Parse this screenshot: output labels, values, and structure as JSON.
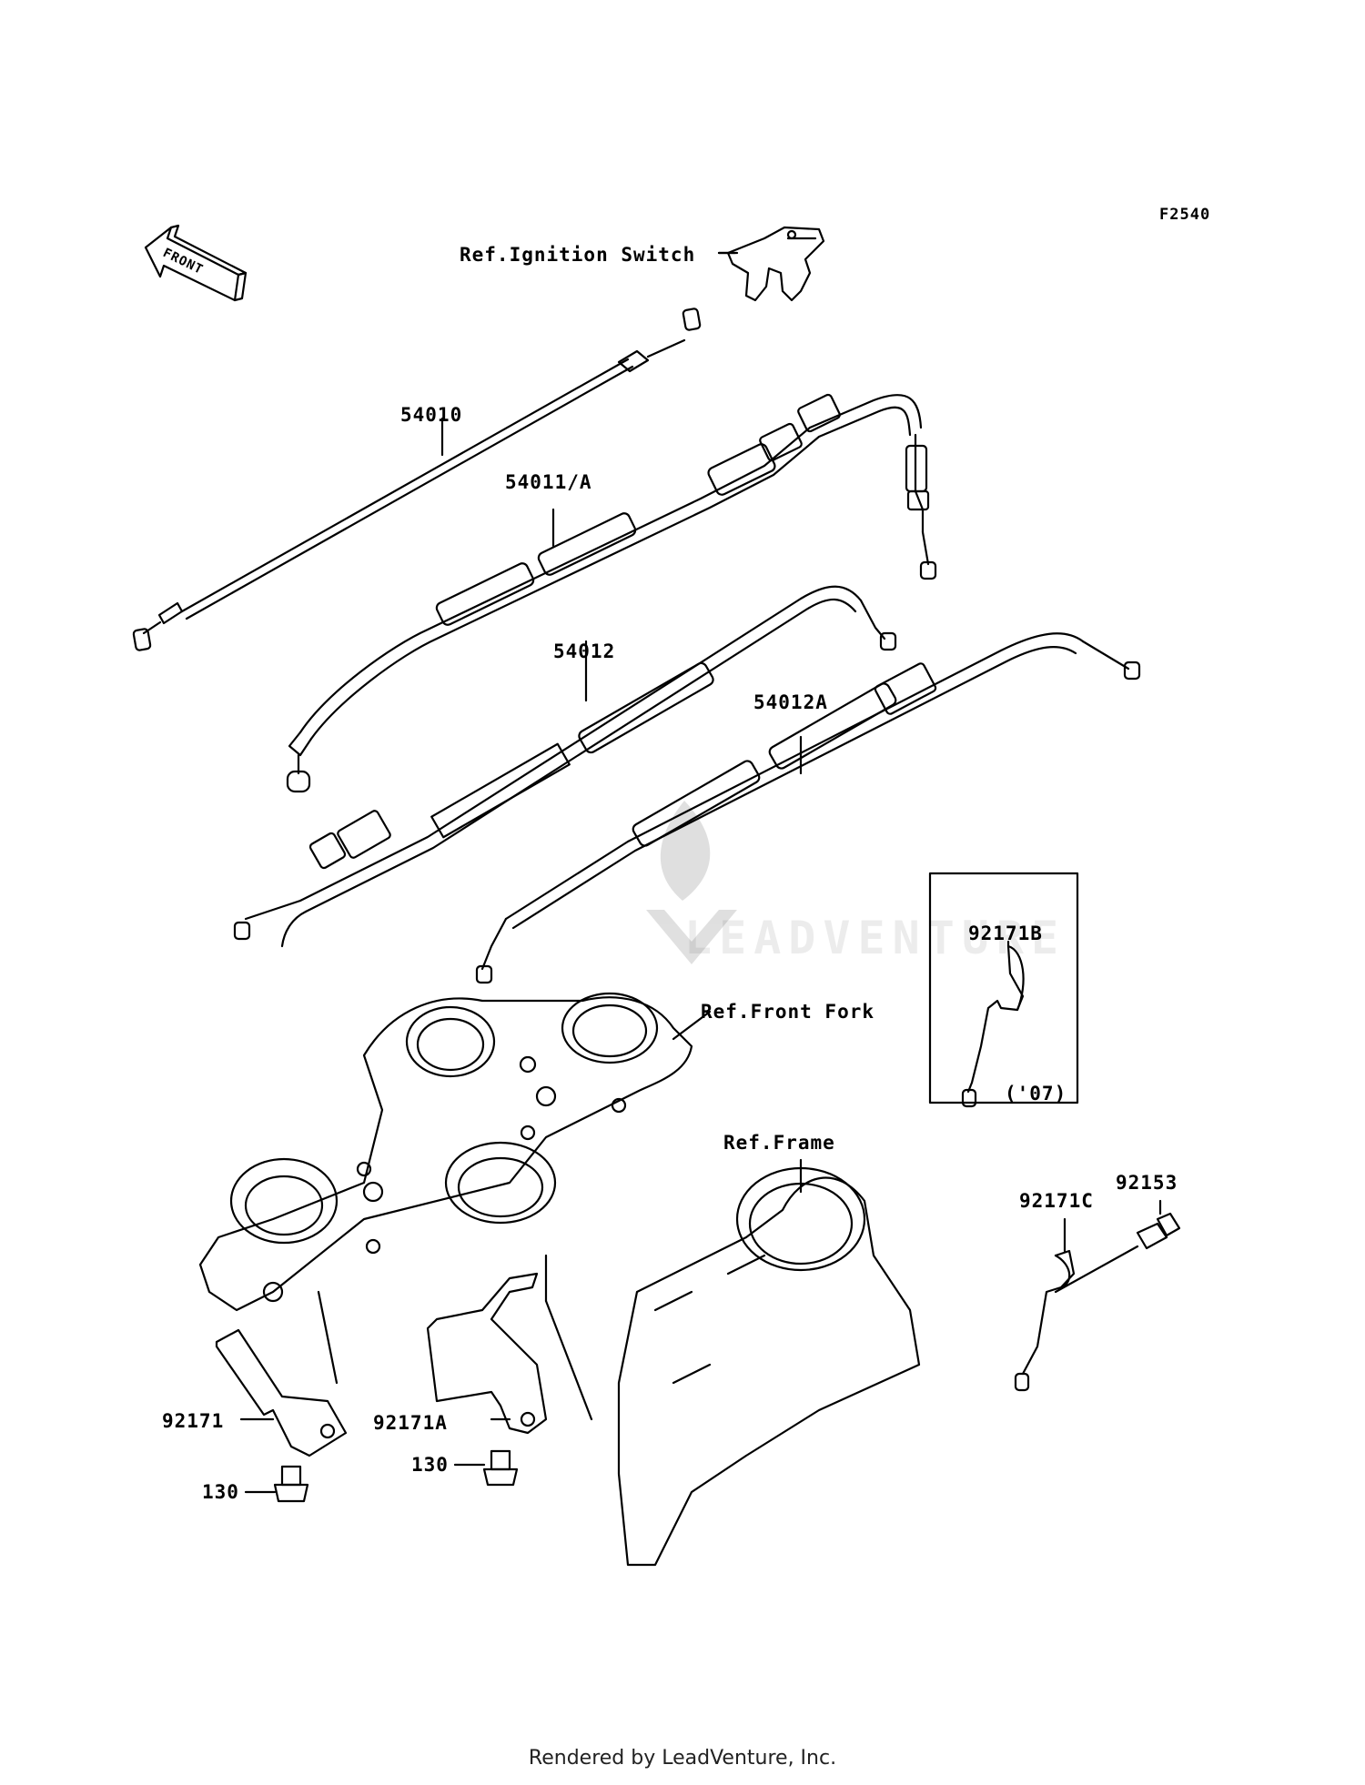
{
  "diagram": {
    "code": "F2540",
    "front_arrow_label": "FRONT",
    "watermark": "LEADVENTURE",
    "footer": "Rendered by LeadVenture, Inc.",
    "icons": [
      "front-arrow-icon",
      "leadventure-logo-icon"
    ]
  },
  "refs": {
    "ignition_switch": "Ref.Ignition Switch",
    "front_fork": "Ref.Front Fork",
    "frame": "Ref.Frame"
  },
  "parts": [
    {
      "id": "p54010",
      "label": "54010"
    },
    {
      "id": "p54011a",
      "label": "54011/A"
    },
    {
      "id": "p54012",
      "label": "54012"
    },
    {
      "id": "p54012a",
      "label": "54012A"
    },
    {
      "id": "p92171b",
      "label": "92171B"
    },
    {
      "id": "p92171b_year",
      "label": "('07)"
    },
    {
      "id": "p92153",
      "label": "92153"
    },
    {
      "id": "p92171c",
      "label": "92171C"
    },
    {
      "id": "p92171",
      "label": "92171"
    },
    {
      "id": "p92171a",
      "label": "92171A"
    },
    {
      "id": "p130_left",
      "label": "130"
    },
    {
      "id": "p130_mid",
      "label": "130"
    }
  ]
}
